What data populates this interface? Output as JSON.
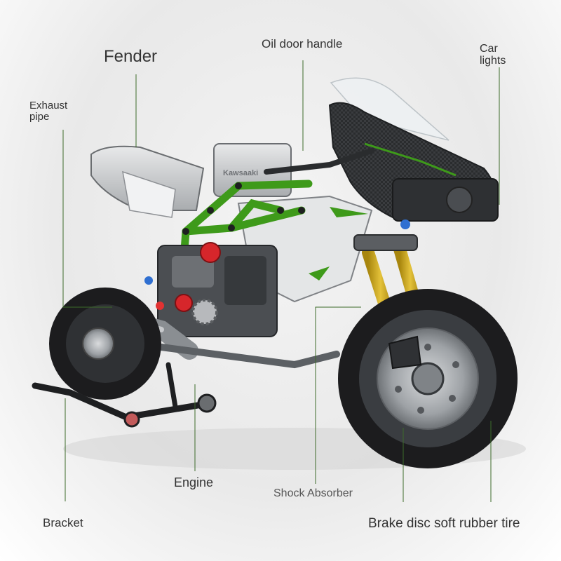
{
  "labels": {
    "fender": "Fender",
    "oil_door_handle": "Oil door handle",
    "car_lights": "Car lights",
    "exhaust_pipe": "Exhaust pipe",
    "engine": "Engine",
    "shock_absorber": "Shock Absorber",
    "bracket": "Bracket",
    "brake_disc": "Brake disc soft rubber tire"
  },
  "badge": "Kawsaaki",
  "colors": {
    "leader_line": "#3d6b2a",
    "frame_green": "#3e9a1a",
    "fork_gold": "#c9a415",
    "tire": "#1c1c1e",
    "body_silver": "#c8cacc"
  }
}
